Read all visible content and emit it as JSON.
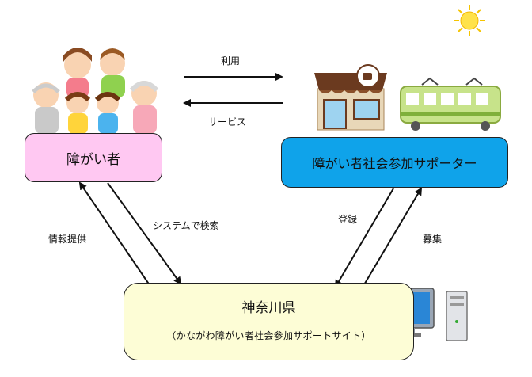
{
  "labels": {
    "use": "利用",
    "service": "サービス",
    "info": "情報提供",
    "search": "システムで検索",
    "register": "登録",
    "recruit": "募集"
  },
  "nodes": {
    "users": "障がい者",
    "supporters": "障がい者社会参加サポーター",
    "prefecture": "神奈川県",
    "prefecture_sub": "（かながわ障がい者社会参加サポートサイト）"
  },
  "colors": {
    "users_box": "#ffc8f2",
    "supporters_box": "#0fa3ea",
    "prefecture_box": "#fdfdd6",
    "train": "#c7e38a",
    "shop_awning": "#6b3a1f"
  }
}
